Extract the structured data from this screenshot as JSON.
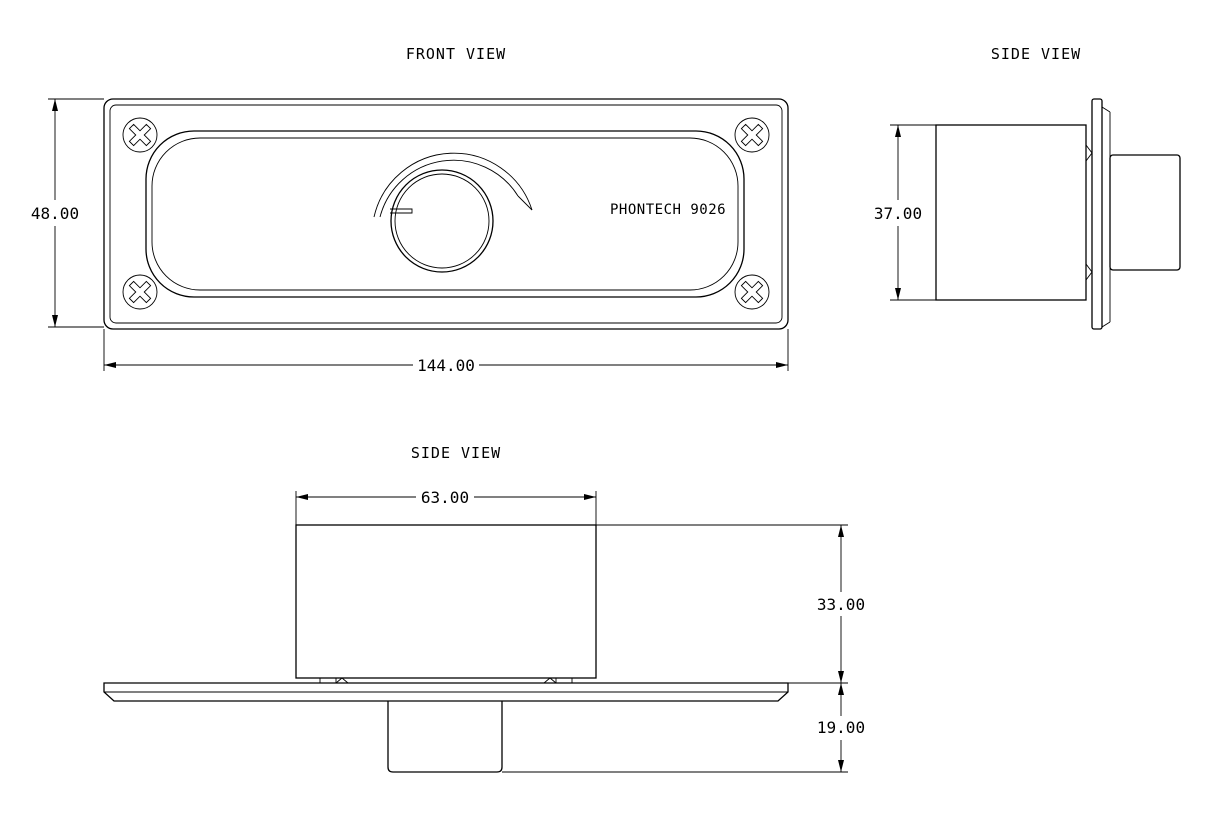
{
  "views": {
    "front": {
      "title": "FRONT VIEW",
      "label": "PHONTECH 9026"
    },
    "side_right": {
      "title": "SIDE VIEW"
    },
    "side_bottom": {
      "title": "SIDE VIEW"
    }
  },
  "dimensions": {
    "front_height": "48.00",
    "front_width": "144.00",
    "side_height": "37.00",
    "bottom_width": "63.00",
    "bottom_body_height": "33.00",
    "bottom_knob_height": "19.00"
  }
}
